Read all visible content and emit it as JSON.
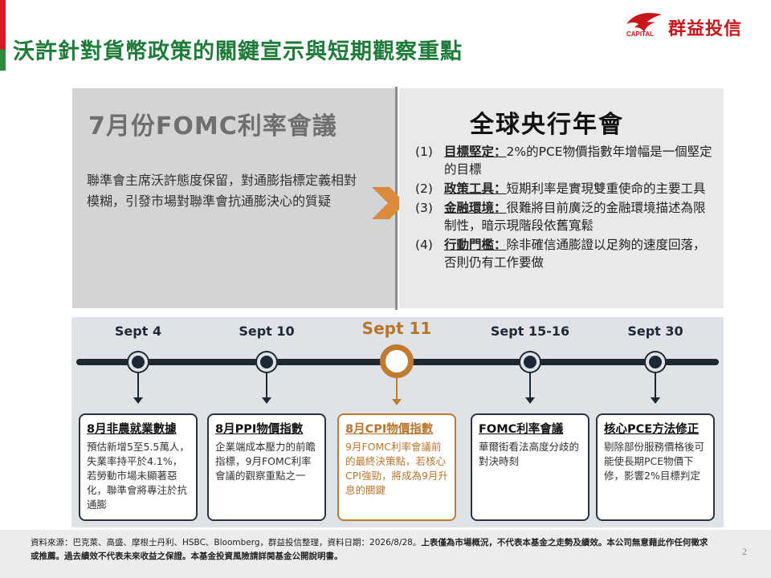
{
  "header": {
    "title": "沃許針對貨幣政策的關鍵宣示與短期觀察重點",
    "logo_text": "群益投信",
    "logo_sub": "CAPITAL",
    "accent_red": "#d21d2a",
    "accent_green": "#1e7b3a"
  },
  "left_panel": {
    "title": "7月份FOMC利率會議",
    "body": "聯準會主席沃許態度保留，對通膨指標定義相對模糊，引發市場對聯準會抗通膨決心的質疑"
  },
  "right_panel": {
    "title": "全球央行年會",
    "items": [
      {
        "num": "(1)",
        "key": "目標堅定：",
        "text": "2%的PCE物價指數年增幅是一個堅定的目標"
      },
      {
        "num": "(2)",
        "key": "政策工具：",
        "text": "短期利率是實現雙重使命的主要工具"
      },
      {
        "num": "(3)",
        "key": "金融環境：",
        "text": "很難將目前廣泛的金融環境描述為限制性，暗示現階段依舊寬鬆"
      },
      {
        "num": "(4)",
        "key": "行動門檻：",
        "text": "除非確信通膨證以足夠的速度回落，否則仍有工作要做"
      }
    ]
  },
  "timeline": {
    "highlight_color": "#c17b2f",
    "events": [
      {
        "date": "Sept 4",
        "card_title": "8月非農就業數據",
        "card_body": "預估新增5至5.5萬人，失業率持平於4.1%，若勞動市場未顯著惡化，聯準會將專注於抗通膨"
      },
      {
        "date": "Sept 10",
        "card_title": "8月PPI物價指數",
        "card_body": "企業端成本壓力的前瞻指標，9月FOMC利率會議的觀察重點之一"
      },
      {
        "date": "Sept 11",
        "card_title": "8月CPI物價指數",
        "card_body": "9月FOMC利率會議前的最終決策點，若核心CPI強勁，將成為9月升息的關鍵",
        "highlight": true
      },
      {
        "date": "Sept 15-16",
        "card_title": "FOMC利率會議",
        "card_body": "華爾街看法高度分歧的對決時刻"
      },
      {
        "date": "Sept 30",
        "card_title": "核心PCE方法修正",
        "card_body": "剔除部份服務價格後可能使長期PCE物價下修，影響2%目標判定"
      }
    ]
  },
  "footer": {
    "source": "資料來源：巴克萊、高盛、摩根士丹利、HSBC、Bloomberg，群益投信整理，資料日期：2026/8/28。",
    "disclaimer_bold": "上表僅為市場概況，不代表本基金之走勢及績效。本公司無意藉此作任何徵求或推薦。過去績效不代表未來收益之保證。本基金投資風險請詳閱基金公開說明書。",
    "page": "2"
  }
}
